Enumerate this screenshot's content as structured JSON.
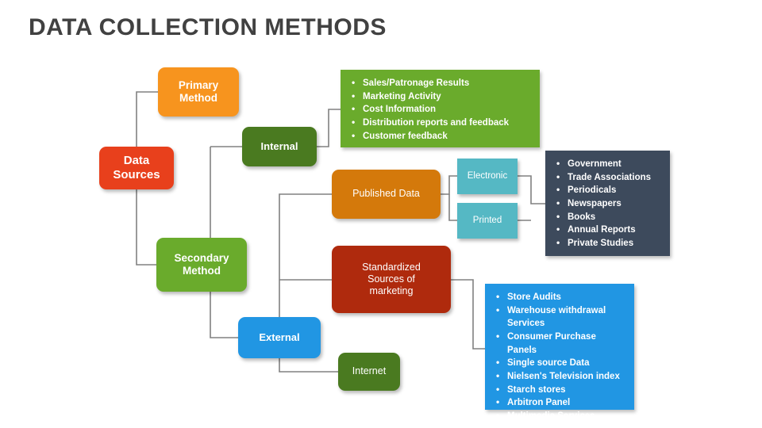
{
  "title": "DATA COLLECTION METHODS",
  "colors": {
    "title_text": "#414141",
    "data_sources": "#E8401C",
    "primary_method": "#F7941E",
    "secondary_method": "#6AAB2C",
    "internal": "#4A7A20",
    "external": "#2196E3",
    "internet": "#4A7A20",
    "published_data": "#D4790B",
    "electronic": "#55B8C4",
    "printed": "#55B8C4",
    "standardized": "#AF2A0D",
    "internal_list": "#6AAB2C",
    "published_list": "#3D4A5C",
    "standardized_list": "#2196E3",
    "connector": "#808080"
  },
  "nodes": {
    "data_sources": {
      "label": "Data\nSources"
    },
    "primary_method": {
      "label": "Primary\nMethod"
    },
    "secondary_method": {
      "label": "Secondary\nMethod"
    },
    "internal": {
      "label": "Internal"
    },
    "external": {
      "label": "External"
    },
    "internet": {
      "label": "Internet"
    },
    "published_data": {
      "label": "Published Data"
    },
    "electronic": {
      "label": "Electronic"
    },
    "printed": {
      "label": "Printed"
    },
    "standardized": {
      "label": "Standardized\nSources of\nmarketing"
    }
  },
  "lists": {
    "internal_items": [
      "Sales/Patronage Results",
      "Marketing Activity",
      "Cost Information",
      "Distribution reports and feedback",
      "Customer feedback"
    ],
    "published_items": [
      "Government",
      "Trade Associations",
      "Periodicals",
      "Newspapers",
      "Books",
      "Annual Reports",
      "Private Studies"
    ],
    "standardized_items": [
      "Store Audits",
      "Warehouse withdrawal Services",
      "Consumer Purchase Panels",
      "Single source Data",
      "Nielsen's Television index",
      "Starch stores",
      "Arbitron Panel",
      "Multimedia Services"
    ]
  }
}
